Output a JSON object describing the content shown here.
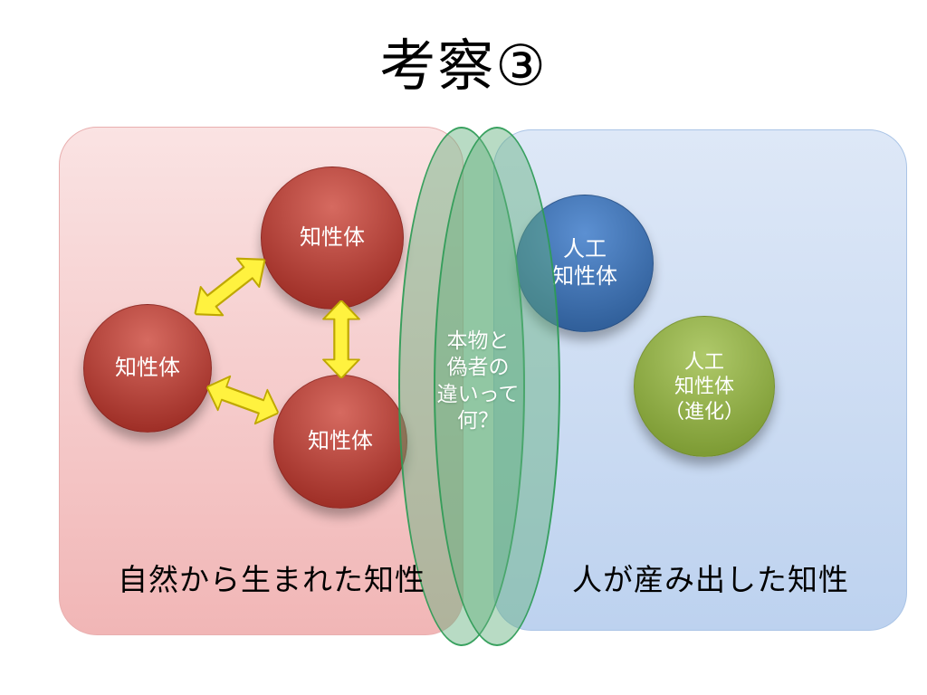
{
  "title": "考察③",
  "left_region": {
    "caption": "自然から生まれた知性",
    "circles": [
      {
        "label": "知性体"
      },
      {
        "label": "知性体"
      },
      {
        "label": "知性体"
      }
    ]
  },
  "right_region": {
    "caption": "人が産み出した知性",
    "circles": [
      {
        "label": "人工\n知性体"
      },
      {
        "label": "人工\n知性体\n（進化）"
      }
    ]
  },
  "overlap": {
    "question": "本物と\n偽者の\n違いって\n何？"
  },
  "colors": {
    "page-bg": "#FFFFFF",
    "title-color": "#000000",
    "caption-color": "#000000",
    "left-box-top": "#FAE3E3",
    "left-box-bottom": "#F1B6B6",
    "left-box-border": "#E9AFAF",
    "right-box-top": "#DEE8F7",
    "right-box-bottom": "#BDD2EF",
    "right-box-border": "#AAC4E6",
    "red-light": "#D66A60",
    "red-dark": "#A03028",
    "blue-light": "#5C90D2",
    "blue-dark": "#31609B",
    "green-light": "#AFC96A",
    "green-dark": "#7E9C35",
    "arrow-fill": "#FFF23F",
    "arrow-stroke": "#BFA800",
    "ellipse-fill": "rgba(97,175,125,0.45)",
    "ellipse-stroke": "rgba(43,154,84,0.9)",
    "circle-text": "#FFFFFF"
  }
}
